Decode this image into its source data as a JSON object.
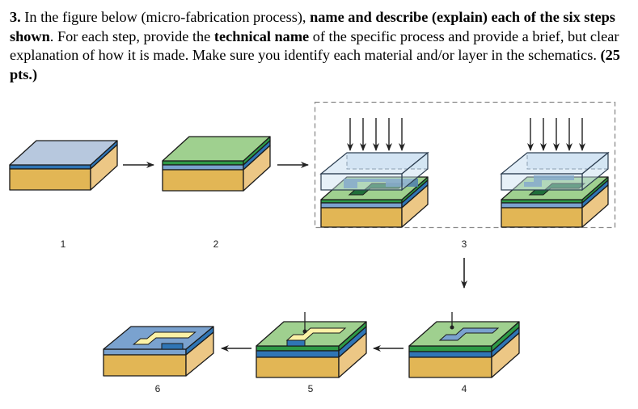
{
  "question": {
    "number": "3.",
    "part1": " In the figure below (micro-fabrication process), ",
    "bold1": "name and describe (explain) each of the six steps shown",
    "part2": ".  For each step, provide the ",
    "bold2": "technical name",
    "part3": " of the specific process and provide a brief, but clear explanation of how it is made. Make sure you identify each material and/or layer in the schematics. ",
    "points": "(25 pts.)"
  },
  "figure": {
    "title": "micro-fabrication process",
    "steps": [
      {
        "label": "1",
        "layers": [
          "substrate",
          "oxide"
        ]
      },
      {
        "label": "2",
        "layers": [
          "substrate",
          "oxide",
          "photoresist"
        ]
      },
      {
        "label": "3",
        "layers": [
          "substrate",
          "oxide",
          "photoresist",
          "photomask",
          "uv-light"
        ]
      },
      {
        "label": "4",
        "layers": [
          "substrate",
          "oxide",
          "patterned-photoresist"
        ]
      },
      {
        "label": "5",
        "layers": [
          "substrate",
          "etched-oxide",
          "photoresist"
        ]
      },
      {
        "label": "6",
        "layers": [
          "substrate",
          "patterned-oxide"
        ]
      }
    ],
    "colors": {
      "substrate": "#e2b655",
      "substrate_side": "#ecc785",
      "oxide_top": "#b7c8de",
      "oxide": "#2f75b5",
      "oxide_light": "#7aa2cf",
      "resist": "#9fd08f",
      "resist_dark": "#2e9a46",
      "resist_exposed": "#1f6e3a",
      "mask": "#c9dff0",
      "mask_pattern": "#4f7fae",
      "exposed_substrate": "#fbf2a6",
      "dashed_border": "#8a8a8a",
      "arrow": "#222222"
    }
  }
}
